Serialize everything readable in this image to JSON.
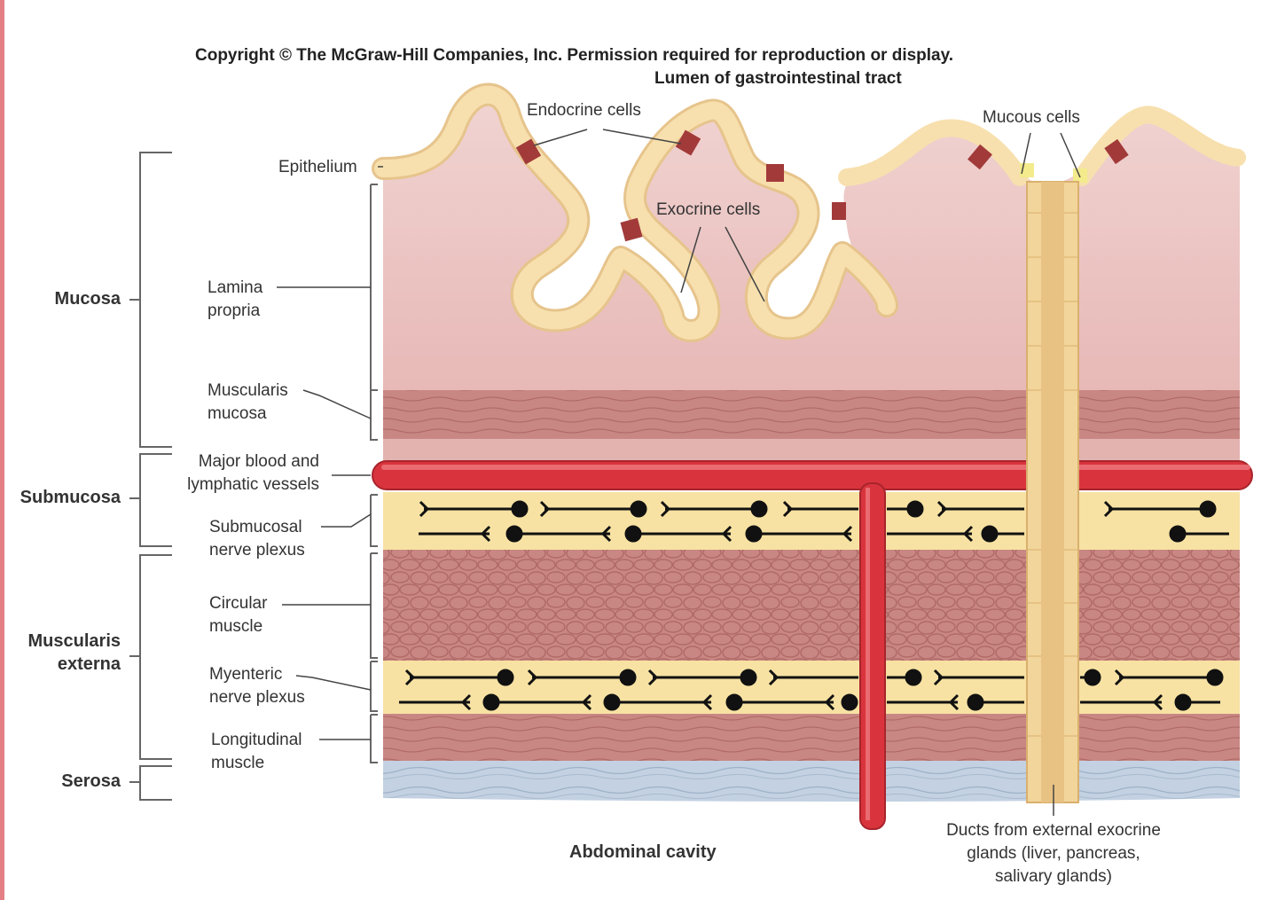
{
  "header": {
    "copyright": "Copyright © The McGraw-Hill Companies, Inc. Permission required for reproduction or display.",
    "lumen": "Lumen of gastrointestinal tract"
  },
  "layers": {
    "mucosa": "Mucosa",
    "submucosa": "Submucosa",
    "muscularis_externa": "Muscularis\nexterna",
    "serosa": "Serosa"
  },
  "labels": {
    "epithelium": "Epithelium",
    "lamina_propria": "Lamina\npropria",
    "muscularis_mucosa": "Muscularis\nmucosa",
    "major_vessels": "Major blood and\nlymphatic vessels",
    "submucosal_plexus": "Submucosal\nnerve plexus",
    "circular_muscle": "Circular\nmuscle",
    "myenteric_plexus": "Myenteric\nnerve plexus",
    "longitudinal_muscle": "Longitudinal\nmuscle",
    "endocrine_cells": "Endocrine cells",
    "exocrine_cells": "Exocrine cells",
    "mucous_cells": "Mucous cells",
    "abdominal_cavity": "Abdominal cavity",
    "ducts": "Ducts from external exocrine\nglands (liver, pancreas,\nsalivary glands)"
  },
  "colors": {
    "lamina": "#ecc4c2",
    "muscle": "#c98783",
    "epithelium": "#f6dba5",
    "endocrine": "#a23a3a",
    "plexus": "#f7e2a3",
    "vessel": "#d9343d",
    "serosa": "#bfcfe0"
  }
}
